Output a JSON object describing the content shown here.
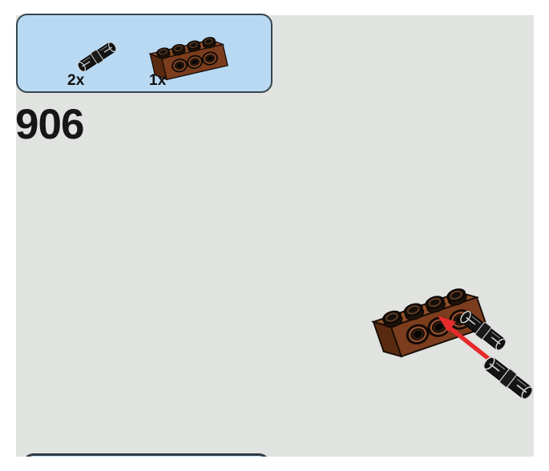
{
  "page": {
    "step_number": "906",
    "panel_color": "#e1e3e1",
    "margin_color": "#ffffff"
  },
  "parts_callout": {
    "fill_color": "#b9d9f3",
    "border_color": "#35444d",
    "parts": [
      {
        "quantity": "2x",
        "icon": "technic-pin-icon",
        "part_color": "#141414"
      },
      {
        "quantity": "1x",
        "icon": "technic-brick-1x4-icon",
        "part_color": "#7b3d1d"
      }
    ]
  },
  "illustration": {
    "arrow_color": "#e62a2c",
    "brick_front_color": "#7b3d1d",
    "brick_top_color": "#8f4e27",
    "brick_side_color": "#5a2a10",
    "pin_color": "#141414"
  }
}
